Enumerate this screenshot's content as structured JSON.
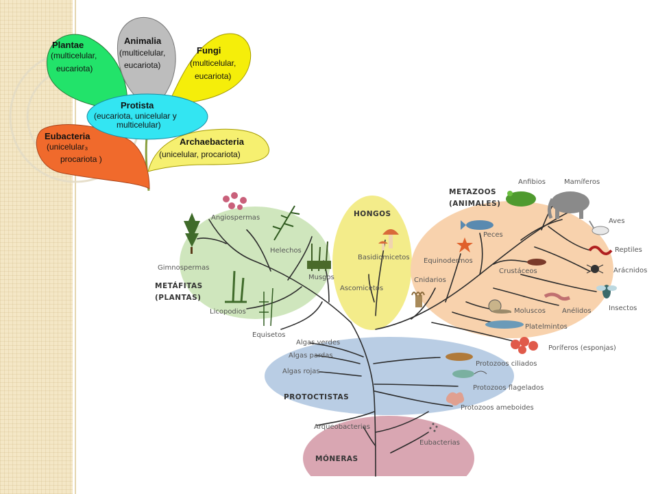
{
  "flower": {
    "plantae": {
      "name": "Plantae",
      "desc1": "(multicelular,",
      "desc2": "eucariota)",
      "color": "#22e36a"
    },
    "animalia": {
      "name": "Animalia",
      "desc1": "(multicelular,",
      "desc2": "eucariota)",
      "color": "#bdbdbd"
    },
    "fungi": {
      "name": "Fungi",
      "desc1": "(multicelular,",
      "desc2": "eucariota)",
      "color": "#f5ee0a"
    },
    "protista": {
      "name": "Protista",
      "desc1": "(eucariota, unicelular y",
      "desc2": "multicelular)",
      "color": "#33e5f2"
    },
    "eubacteria": {
      "name": "Eubacteria",
      "desc1": "(unicelular₃",
      "desc2": "procariota  )",
      "color": "#f06a2c"
    },
    "archaebacteria": {
      "name": "Archaebacteria",
      "desc1": "(unicelular, procariota)",
      "color": "#f6f070"
    }
  },
  "tree": {
    "groups": {
      "metafitas_1": "METÁFITAS",
      "metafitas_2": "(PLANTAS)",
      "hongos": "HONGOS",
      "metazoos_1": "METAZOOS",
      "metazoos_2": "(ANIMALES)",
      "protoctistas": "PROTOCTISTAS",
      "moneras": "MÓNERAS"
    },
    "colors": {
      "plants": "#cfe6bd",
      "fungi": "#f3ec8a",
      "animals": "#f8d2ad",
      "protoctists": "#b9cde4",
      "monera": "#d9a6b2",
      "branch": "#2b2b2b"
    },
    "labels": {
      "angiospermas": "Angiospermas",
      "gimnospermas": "Gimnospermas",
      "helechos": "Helechos",
      "musgos": "Musgos",
      "licopodios": "Licopodios",
      "equisetos": "Equisetos",
      "basidiomicetos": "Basidiomicetos",
      "ascomicetos": "Ascomicetos",
      "anfibios": "Anfibios",
      "mamiferos": "Mamíferos",
      "aves": "Aves",
      "peces": "Peces",
      "reptiles": "Reptiles",
      "equinodermos": "Equinodermos",
      "crustaceos": "Crustáceos",
      "aracnidos": "Arácnidos",
      "cnidarios": "Cnidarios",
      "insectos": "Insectos",
      "moluscos": "Moluscos",
      "anelidos": "Anélidos",
      "platelmintos": "Platelmintos",
      "poriferos": "Poríferos (esponjas)",
      "algas_verdes": "Algas verdes",
      "algas_pardas": "Algas pardas",
      "algas_rojas": "Algas rojas",
      "protozoos_ciliados": "Protozoos ciliados",
      "protozoos_flagelados": "Protozoos flagelados",
      "protozoos_ameboides": "Protozoos ameboides",
      "arqueobacterias": "Arqueobacterias",
      "eubacterias": "Eubacterias"
    }
  }
}
